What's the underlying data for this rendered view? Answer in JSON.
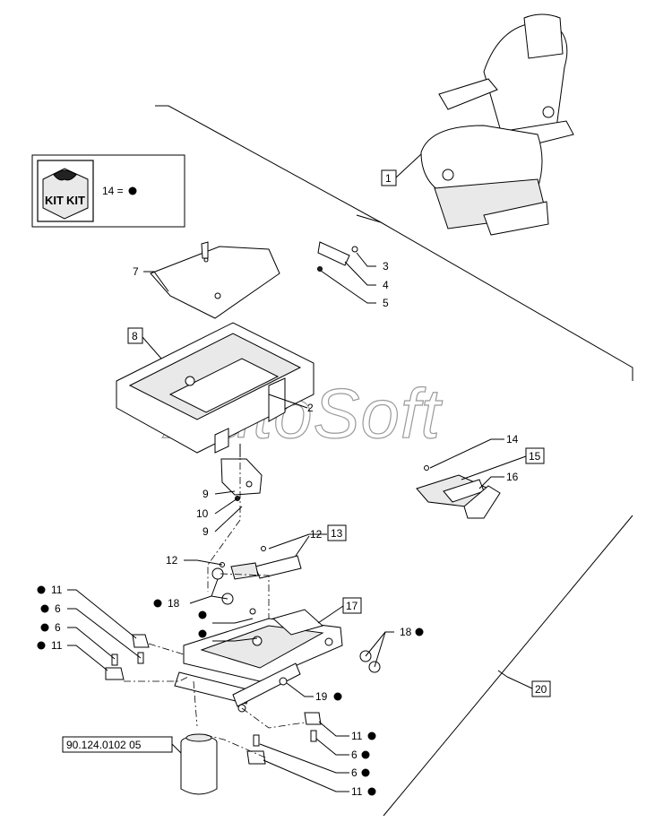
{
  "watermark": "AutoSoft",
  "kit": {
    "label_left": "KIT",
    "label_right": "KIT",
    "equation": "14 ="
  },
  "callouts": {
    "c1": "1",
    "c2": "2",
    "c3": "3",
    "c4": "4",
    "c5": "5",
    "c6a": "6",
    "c6b": "6",
    "c6c": "6",
    "c6d": "6",
    "c7": "7",
    "c8": "8",
    "c9a": "9",
    "c9b": "9",
    "c10": "10",
    "c11a": "11",
    "c11b": "11",
    "c11c": "11",
    "c11d": "11",
    "c12a": "12",
    "c12b": "12",
    "c13": "13",
    "c14": "14",
    "c15": "15",
    "c16": "16",
    "c17": "17",
    "c18a": "18",
    "c18b": "18",
    "c19": "19",
    "c20": "20"
  },
  "reference": "90.124.0102 05"
}
